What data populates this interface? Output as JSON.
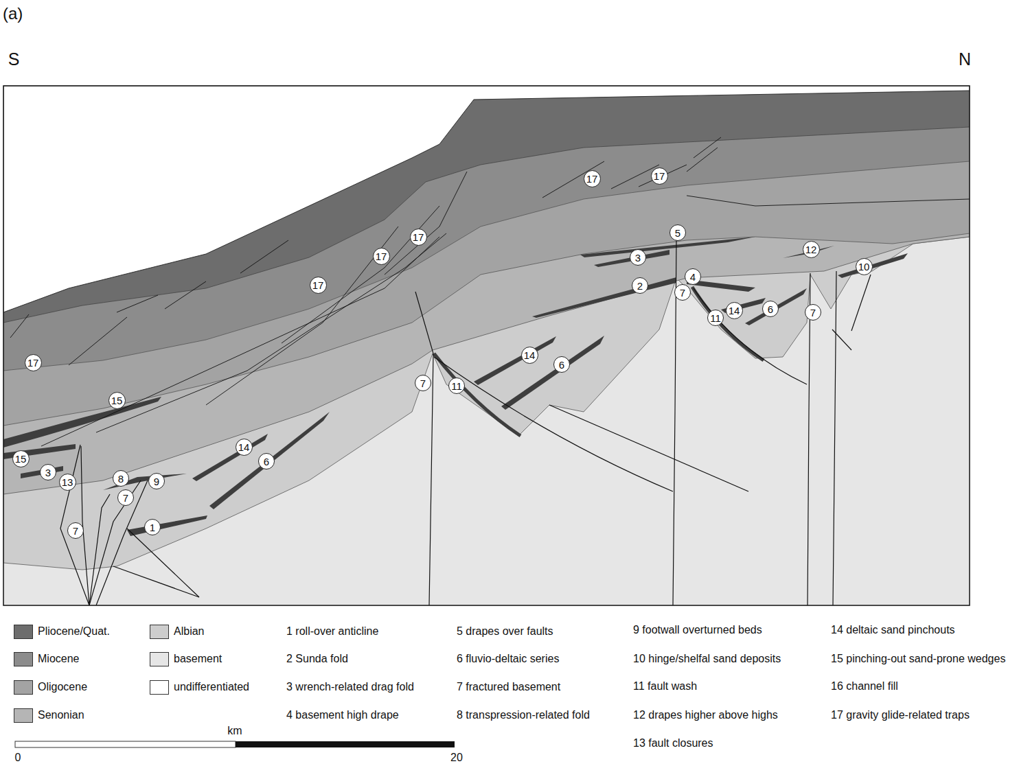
{
  "diagram": {
    "nodes": [
      {
        "text": [
          "17"
        ]
      },
      {
        "text": [
          "15"
        ]
      },
      {
        "text": [
          "15"
        ]
      },
      {
        "text": [
          "3"
        ]
      },
      {
        "text": [
          "13"
        ]
      },
      {
        "text": [
          "8"
        ]
      },
      {
        "text": [
          "9"
        ]
      },
      {
        "text": [
          "7"
        ]
      },
      {
        "text": [
          "7"
        ]
      },
      {
        "text": [
          "1"
        ]
      },
      {
        "text": [
          "14"
        ]
      },
      {
        "text": [
          "6"
        ]
      },
      {
        "text": [
          "17"
        ]
      },
      {
        "text": [
          "17"
        ]
      },
      {
        "text": [
          "17"
        ]
      },
      {
        "text": [
          "7"
        ]
      },
      {
        "text": [
          "11"
        ]
      },
      {
        "text": [
          "14"
        ]
      },
      {
        "text": [
          "6"
        ]
      },
      {
        "text": [
          "17"
        ]
      },
      {
        "text": [
          "17"
        ]
      },
      {
        "text": [
          "5"
        ]
      },
      {
        "text": [
          "3"
        ]
      },
      {
        "text": [
          "2"
        ]
      },
      {
        "text": [
          "4"
        ]
      },
      {
        "text": [
          "7"
        ]
      },
      {
        "text": [
          "11"
        ]
      },
      {
        "text": [
          "14"
        ]
      },
      {
        "text": [
          "6"
        ]
      },
      {
        "text": [
          "12"
        ]
      },
      {
        "text": [
          "10"
        ]
      },
      {
        "text": [
          "7"
        ]
      }
    ],
    "labels": [
      "(a)",
      "S",
      "N",
      "1 roll-over anticline",
      "2 Sunda fold",
      "3 wrench-related drag fold",
      "4 basement high drape",
      "5 drapes over faults",
      "6 fluvio-deltaic series",
      "7 fractured basement",
      "8 transpression-related fold",
      "9 footwall overturned beds",
      "10 hinge/shelfal sand deposits",
      "11 fault wash",
      "12 drapes higher above highs",
      "13 fault closures",
      "14 deltaic sand pinchouts",
      "15 pinching-out sand-prone wedges",
      "16 channel fill",
      "17 gravity glide-related traps",
      "km",
      "0",
      "20"
    ],
    "legend": [
      {
        "text": "Pliocene/Quat.",
        "color": "#6d6d6d"
      },
      {
        "text": "Miocene",
        "color": "#8c8c8c"
      },
      {
        "text": "Oligocene",
        "color": "#a3a3a3"
      },
      {
        "text": "Senonian",
        "color": "#b5b5b5"
      },
      {
        "text": "Albian",
        "color": "#cdcdcd"
      },
      {
        "text": "basement",
        "color": "#e6e6e6"
      },
      {
        "text": "undifferentiated",
        "color": "#ffffff"
      }
    ]
  }
}
